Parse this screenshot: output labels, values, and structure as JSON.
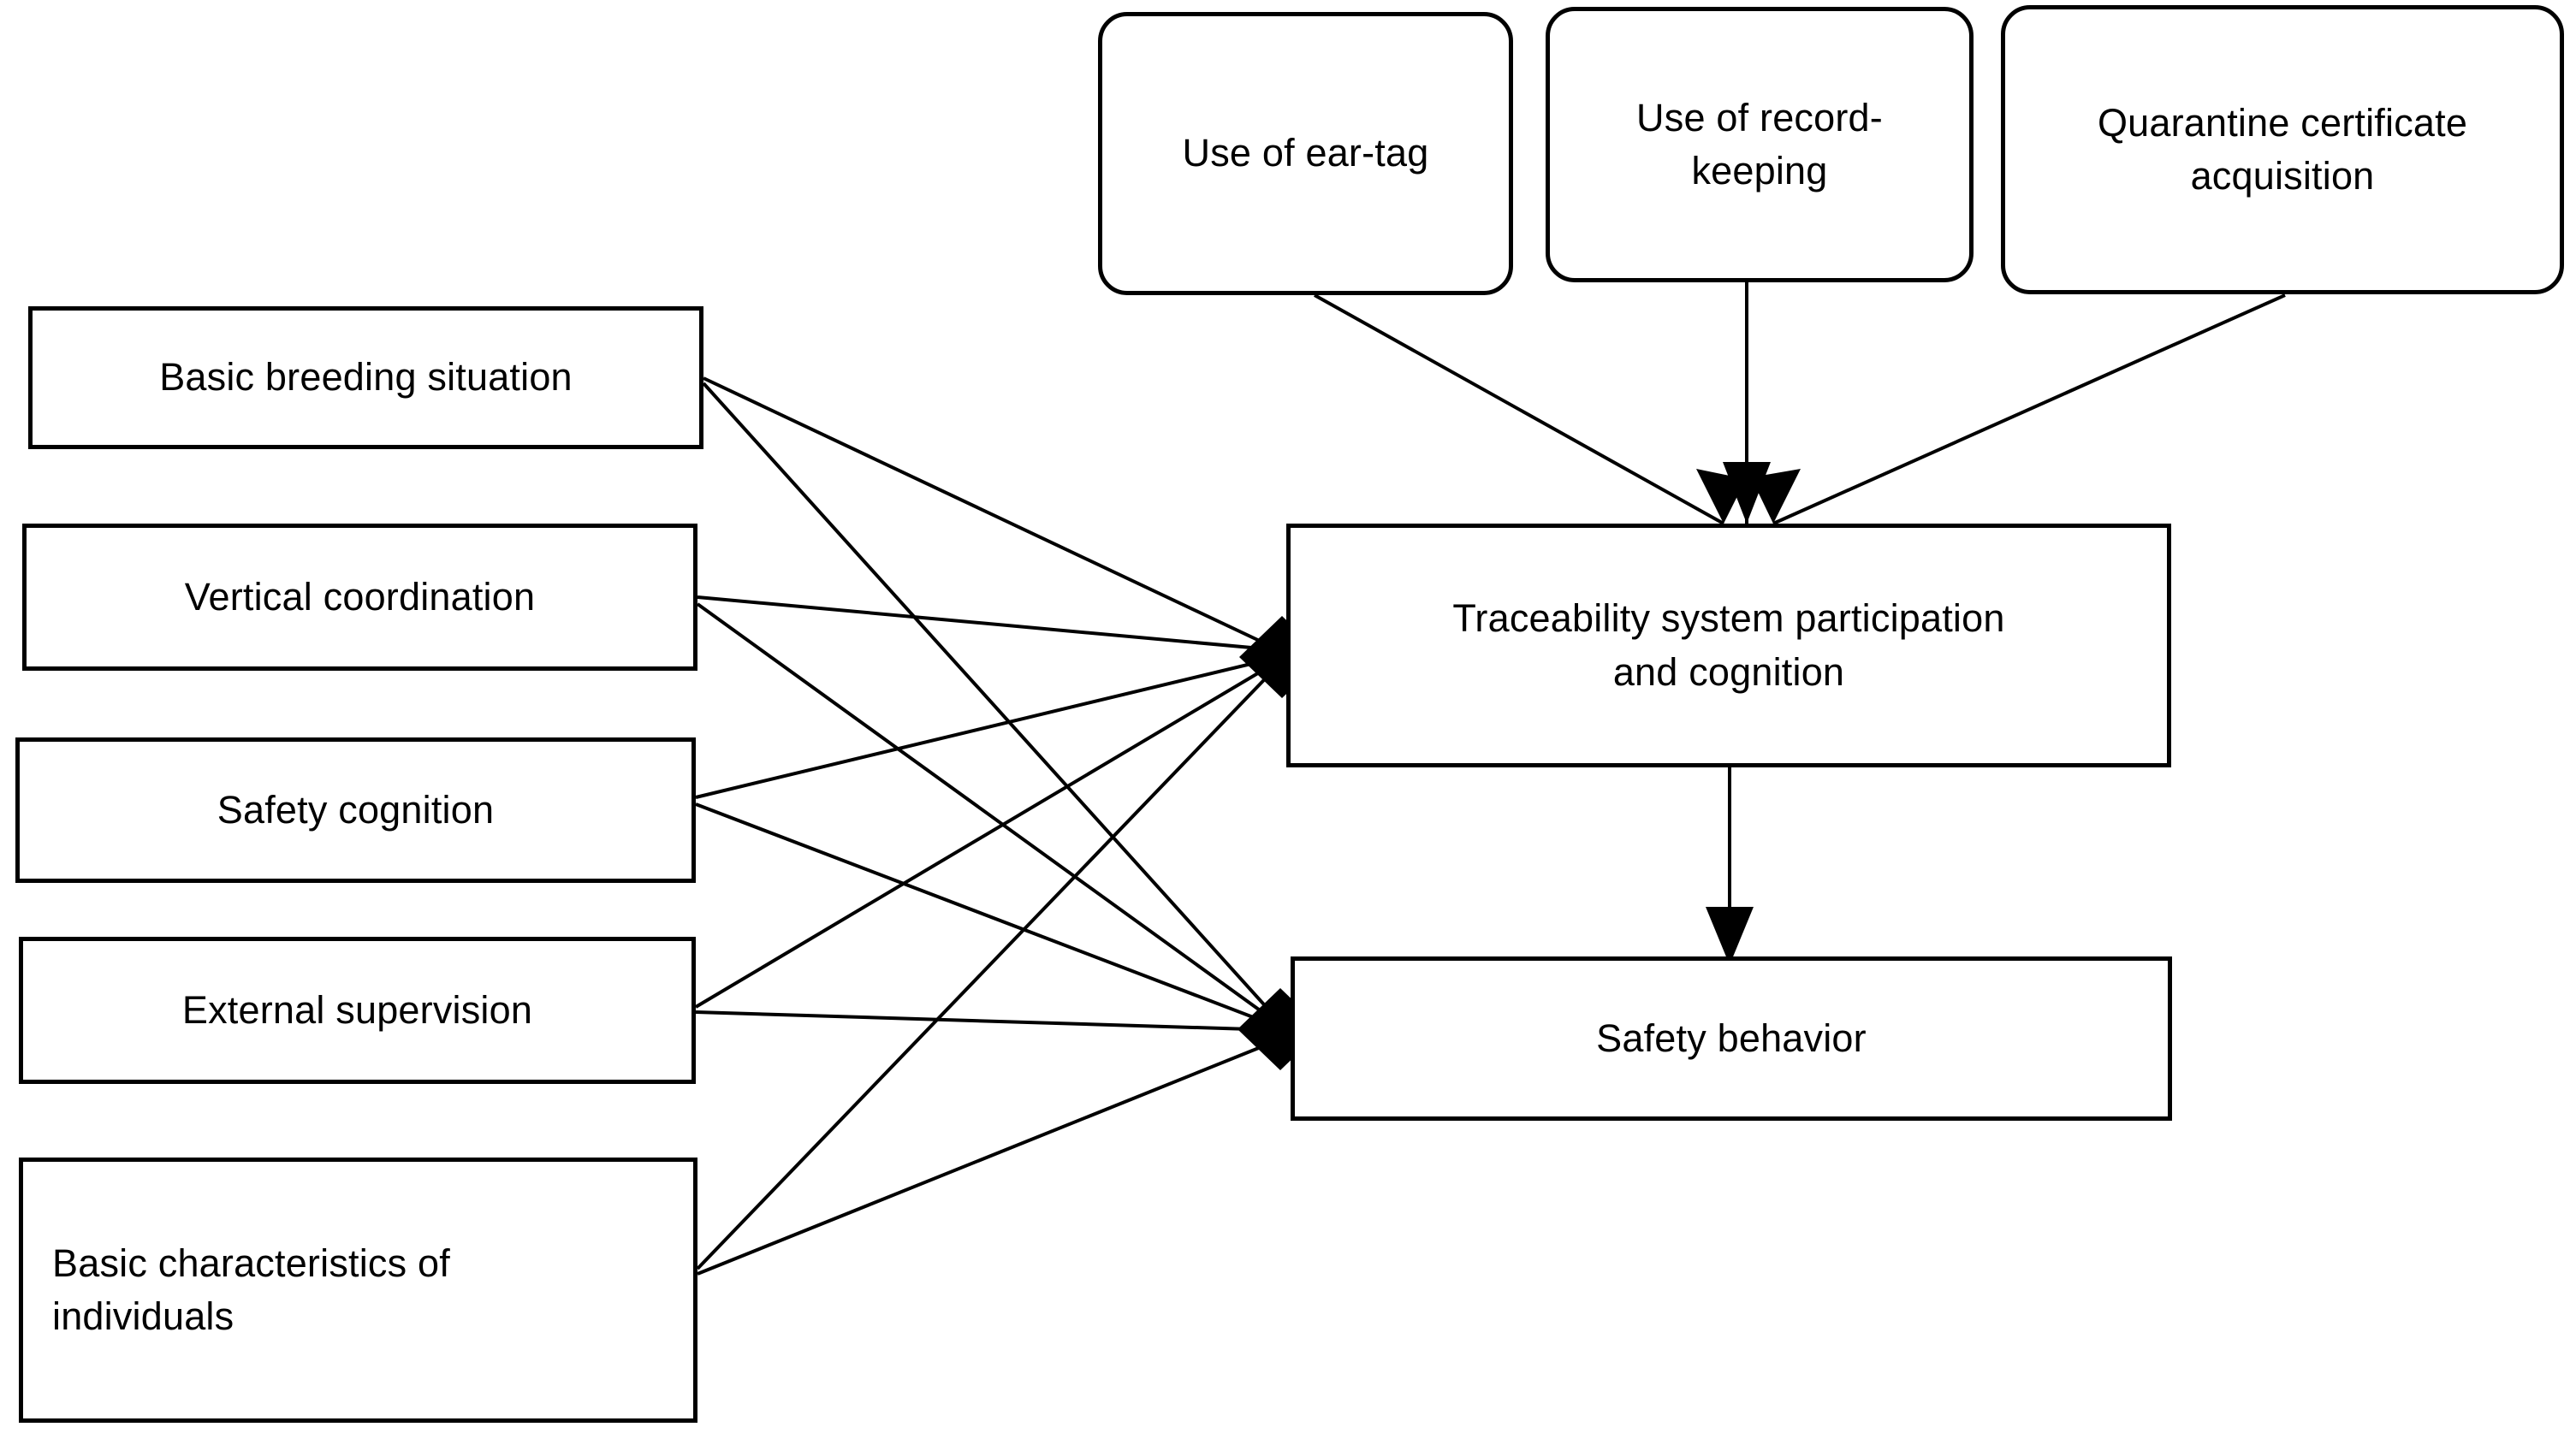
{
  "diagram": {
    "title": "Traceability system participation conceptual model",
    "background_color": "#ffffff",
    "line_color": "#000000",
    "text_color": "#000000",
    "nodes": {
      "ear_tag": {
        "label": "Use of ear-tag",
        "shape": "rounded-rect"
      },
      "record_keeping": {
        "label": "Use of record-\nkeeping",
        "shape": "rounded-rect"
      },
      "quarantine": {
        "label": "Quarantine certificate\nacquisition",
        "shape": "rounded-rect"
      },
      "breeding": {
        "label": "Basic breeding  situation",
        "shape": "rect"
      },
      "vertical": {
        "label": "Vertical  coordination",
        "shape": "rect"
      },
      "safety_cognition": {
        "label": "Safety cognition",
        "shape": "rect"
      },
      "external": {
        "label": "External supervision",
        "shape": "rect"
      },
      "individuals": {
        "label": "Basic   characteristics   of\nindividuals",
        "shape": "rect"
      },
      "traceability": {
        "label": "Traceability  system participation\nand cognition",
        "shape": "rect"
      },
      "safety_behavior": {
        "label": "Safety behavior",
        "shape": "rect"
      }
    },
    "edges": [
      {
        "from": "ear_tag",
        "to": "traceability",
        "style": "solid",
        "arrow": "filled-triangle"
      },
      {
        "from": "record_keeping",
        "to": "traceability",
        "style": "solid",
        "arrow": "filled-triangle"
      },
      {
        "from": "quarantine",
        "to": "traceability",
        "style": "solid",
        "arrow": "filled-triangle"
      },
      {
        "from": "breeding",
        "to": "traceability",
        "style": "solid",
        "arrow": "filled-diamond"
      },
      {
        "from": "vertical",
        "to": "traceability",
        "style": "solid",
        "arrow": "filled-diamond"
      },
      {
        "from": "safety_cognition",
        "to": "traceability",
        "style": "solid",
        "arrow": "filled-diamond"
      },
      {
        "from": "external",
        "to": "traceability",
        "style": "solid",
        "arrow": "filled-diamond"
      },
      {
        "from": "individuals",
        "to": "traceability",
        "style": "solid",
        "arrow": "filled-diamond"
      },
      {
        "from": "breeding",
        "to": "safety_behavior",
        "style": "solid",
        "arrow": "filled-diamond"
      },
      {
        "from": "vertical",
        "to": "safety_behavior",
        "style": "solid",
        "arrow": "filled-diamond"
      },
      {
        "from": "safety_cognition",
        "to": "safety_behavior",
        "style": "solid",
        "arrow": "filled-diamond"
      },
      {
        "from": "external",
        "to": "safety_behavior",
        "style": "solid",
        "arrow": "filled-diamond"
      },
      {
        "from": "individuals",
        "to": "safety_behavior",
        "style": "solid",
        "arrow": "filled-diamond"
      },
      {
        "from": "traceability",
        "to": "safety_behavior",
        "style": "solid",
        "arrow": "filled-triangle"
      }
    ]
  }
}
